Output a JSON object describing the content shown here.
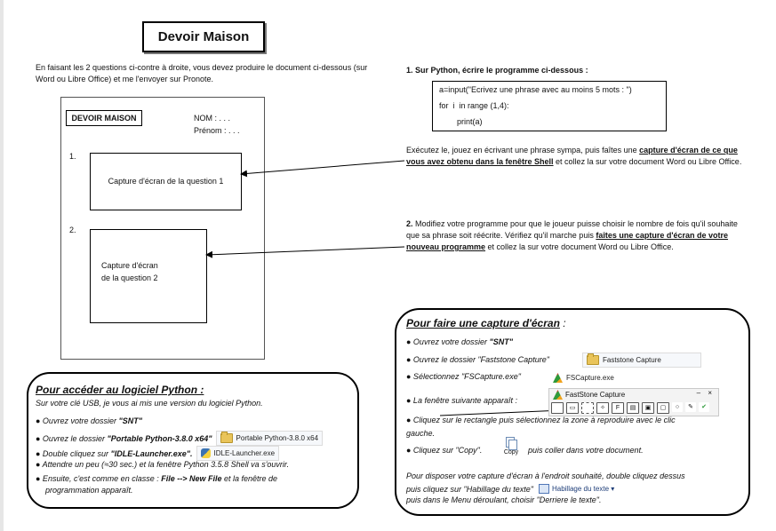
{
  "title": "Devoir Maison",
  "intro": "En faisant les 2 questions ci-contre à droite, vous devez produire le document ci-dessous (sur Word ou Libre Office) et me l'envoyer sur Pronote.",
  "doc_mockup": {
    "title": "DEVOIR MAISON",
    "nom": "NOM :  . . .",
    "prenom": "Prénom :  . . .",
    "num1": "1.",
    "num2": "2.",
    "capture1": "Capture d'écran de la question 1",
    "capture2_line1": "Capture d'écran",
    "capture2_line2": "de la question 2"
  },
  "q1": {
    "label": "1. Sur Python, écrire le programme ci-dessous :",
    "code": [
      "a=input(\"Ecrivez une phrase avec au moins 5 mots : \")",
      "for  i  in range (1,4):",
      "        print(a)"
    ],
    "expl_a": "Exécutez le, jouez en écrivant une phrase sympa, puis faîtes une ",
    "expl_b": "capture d'écran de ce que vous avez obtenu dans la fenêtre Shell",
    "expl_c": " et collez la sur votre document Word ou Libre Office."
  },
  "q2": {
    "num": "2.",
    "a": " Modifiez votre programme pour que le joueur puisse choisir le nombre de fois qu'il souhaite que sa phrase soit réécrite. Vérifiez qu'il marche puis ",
    "b": "faîtes une capture d'écran de votre nouveau programme",
    "c": " et collez la sur votre document Word ou Libre Office."
  },
  "python": {
    "heading": "Pour accéder au logiciel Python :",
    "sub": "Sur votre clé USB, je vous ai mis une version du logiciel Python.",
    "l1_a": "● Ouvrez votre dossier  ",
    "l1_b": "\"SNT\"",
    "l2_a": "● Ouvrez le dossier ",
    "l2_b": "\"Portable Python-3.8.0 x64\"",
    "l2_chip": "Portable Python-3.8.0 x64",
    "l3_a": "● Double cliquez sur ",
    "l3_b": "\"IDLE-Launcher.exe\".",
    "l3_chip": "IDLE-Launcher.exe",
    "l4": "● Attendre un peu (≈30 sec.) et la fenêtre Python 3.5.8 Shell va s'ouvrir.",
    "l5_a": "● Ensuite, c'est comme en classe :  ",
    "l5_b": "File --> New File",
    "l5_c": "  et la fenêtre de",
    "l5_d": "programmation apparaît."
  },
  "capture": {
    "heading": "Pour faire une capture d'écran",
    "heading_tail": " :",
    "l1_a": "● Ouvrez votre dossier  ",
    "l1_b": "\"SNT\"",
    "l2": "● Ouvrez le dossier \"Faststone Capture\"",
    "l2_chip": "Faststone Capture",
    "l3": "● Sélectionnez \"FSCapture.exe\"",
    "l3_chip": "FSCapture.exe",
    "l4": "● La fenêtre suivante apparaît :",
    "fs_title": "FastStone Capture",
    "fs_controls": "– ×",
    "l5_a": "● Cliquez sur le rectangle puis sélectionnez la zone à reproduire avec le clic",
    "l5_b": "gauche.",
    "l6": "● Cliquez sur \"Copy\".",
    "copy_label": "Copy",
    "l6_tail": "puis coller dans votre document.",
    "p1": "Pour disposer votre capture d'écran à l'endroit souhaité, double cliquez dessus",
    "p2": "puis cliquez sur  \"Habillage du texte\"",
    "habillage": "Habillage du texte ▾",
    "p3": "puis dans le Menu déroulant, choisir \"Derriere le texte\"."
  }
}
